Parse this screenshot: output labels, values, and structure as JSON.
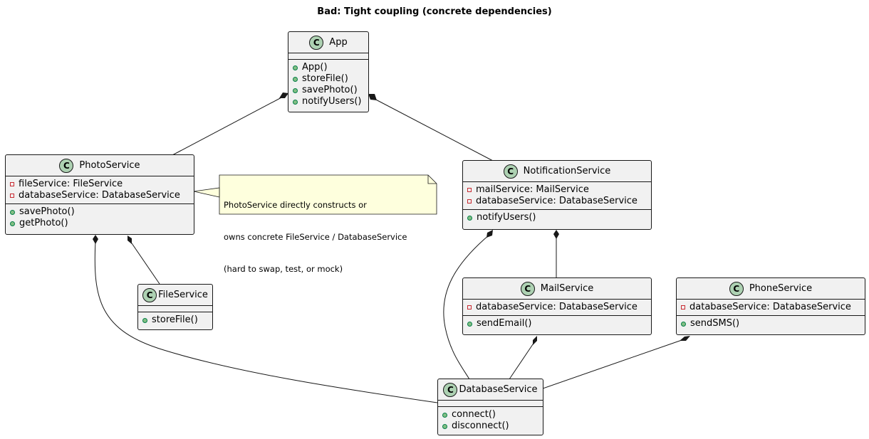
{
  "title": "Bad: Tight coupling (concrete dependencies)",
  "badge_letter": "C",
  "classes": {
    "app": {
      "name": "App",
      "methods": [
        "App()",
        "storeFile()",
        "savePhoto()",
        "notifyUsers()"
      ]
    },
    "photo": {
      "name": "PhotoService",
      "fields": [
        "fileService: FileService",
        "databaseService: DatabaseService"
      ],
      "methods": [
        "savePhoto()",
        "getPhoto()"
      ]
    },
    "notification": {
      "name": "NotificationService",
      "fields": [
        "mailService: MailService",
        "databaseService: DatabaseService"
      ],
      "methods": [
        "notifyUsers()"
      ]
    },
    "file": {
      "name": "FileService",
      "methods": [
        "storeFile()"
      ]
    },
    "mail": {
      "name": "MailService",
      "fields": [
        "databaseService: DatabaseService"
      ],
      "methods": [
        "sendEmail()"
      ]
    },
    "phone": {
      "name": "PhoneService",
      "fields": [
        "databaseService: DatabaseService"
      ],
      "methods": [
        "sendSMS()"
      ]
    },
    "database": {
      "name": "DatabaseService",
      "methods": [
        "connect()",
        "disconnect()"
      ]
    }
  },
  "note": {
    "lines": [
      "PhotoService directly constructs or",
      "owns concrete FileService / DatabaseService",
      "(hard to swap, test, or mock)"
    ]
  },
  "relations": [
    {
      "from": "App",
      "to": "PhotoService",
      "type": "composition"
    },
    {
      "from": "App",
      "to": "NotificationService",
      "type": "composition"
    },
    {
      "from": "PhotoService",
      "to": "FileService",
      "type": "composition"
    },
    {
      "from": "PhotoService",
      "to": "DatabaseService",
      "type": "composition"
    },
    {
      "from": "NotificationService",
      "to": "MailService",
      "type": "composition"
    },
    {
      "from": "NotificationService",
      "to": "DatabaseService",
      "type": "composition"
    },
    {
      "from": "MailService",
      "to": "DatabaseService",
      "type": "composition"
    },
    {
      "from": "PhoneService",
      "to": "DatabaseService",
      "type": "composition"
    }
  ],
  "colors": {
    "class_fill": "#f1f1f1",
    "border": "#181818",
    "badge": "#add1b2",
    "note_fill": "#feffdd",
    "private_marker": "#c82930",
    "public_marker": "#84be84"
  }
}
